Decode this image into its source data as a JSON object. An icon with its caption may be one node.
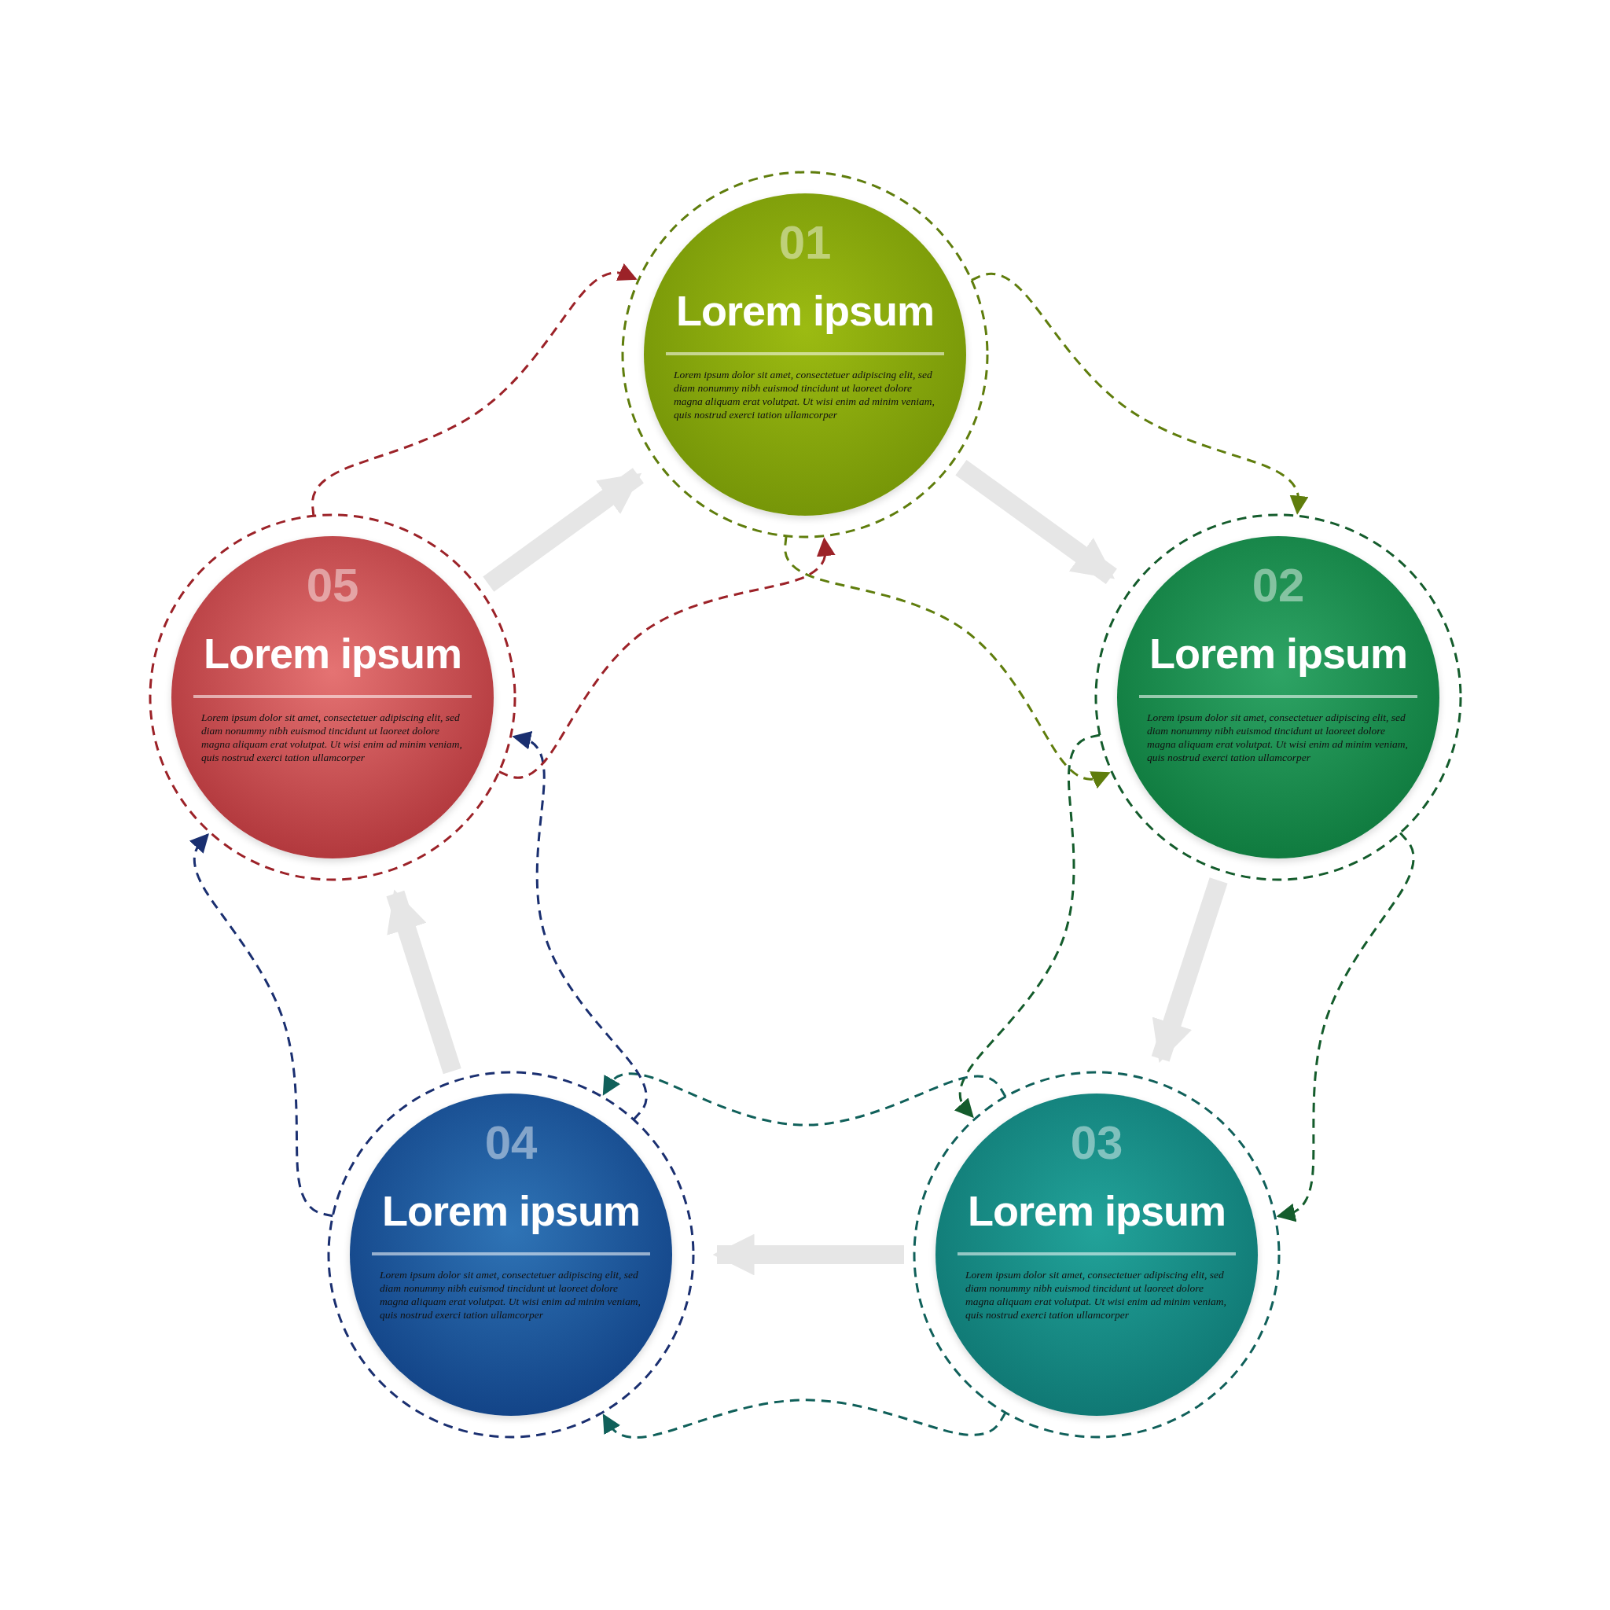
{
  "diagram": {
    "nodes": [
      {
        "text": [
          "01",
          "Lorem ipsum",
          "Lorem ipsum dolor sit amet, consectetuer adipiscing elit, sed diam nonummy nibh euismod tincidunt ut laoreet dolore magna aliquam erat volutpat. Ut wisi enim ad minim veniam, quis nostrud exerci tation ullamcorper"
        ]
      },
      {
        "text": [
          "02",
          "Lorem ipsum",
          "Lorem ipsum dolor sit amet, consectetuer adipiscing elit, sed diam nonummy nibh euismod tincidunt ut laoreet dolore magna aliquam erat volutpat. Ut wisi enim ad minim veniam, quis nostrud exerci tation ullamcorper"
        ]
      },
      {
        "text": [
          "03",
          "Lorem ipsum",
          "Lorem ipsum dolor sit amet, consectetuer adipiscing elit, sed diam nonummy nibh euismod tincidunt ut laoreet dolore magna aliquam erat volutpat. Ut wisi enim ad minim veniam, quis nostrud exerci tation ullamcorper"
        ]
      },
      {
        "text": [
          "04",
          "Lorem ipsum",
          "Lorem ipsum dolor sit amet, consectetuer adipiscing elit, sed diam nonummy nibh euismod tincidunt ut laoreet dolore magna aliquam erat volutpat. Ut wisi enim ad minim veniam, quis nostrud exerci tation ullamcorper"
        ]
      },
      {
        "text": [
          "05",
          "Lorem ipsum",
          "Lorem ipsum dolor sit amet, consectetuer adipiscing elit, sed diam nonummy nibh euismod tincidunt ut laoreet dolore magna aliquam erat volutpat. Ut wisi enim ad minim veniam, quis nostrud exerci tation ullamcorper"
        ]
      }
    ],
    "edges": [
      {
        "from": 0,
        "to": 1,
        "arrow": "to",
        "style": "thick",
        "color": "#e6e6e6"
      },
      {
        "from": 0,
        "to": 1,
        "arrow": "to",
        "style": "dashed",
        "color": "#5f7d0c"
      },
      {
        "from": 0,
        "to": 1,
        "arrow": "to",
        "style": "dashed",
        "color": "#5f7d0c"
      },
      {
        "from": 1,
        "to": 2,
        "arrow": "to",
        "style": "thick",
        "color": "#e6e6e6"
      },
      {
        "from": 1,
        "to": 2,
        "arrow": "to",
        "style": "dashed",
        "color": "#145c2c"
      },
      {
        "from": 1,
        "to": 2,
        "arrow": "to",
        "style": "dashed",
        "color": "#145c2c"
      },
      {
        "from": 2,
        "to": 3,
        "arrow": "to",
        "style": "thick",
        "color": "#e6e6e6"
      },
      {
        "from": 2,
        "to": 3,
        "arrow": "to",
        "style": "dashed",
        "color": "#10605a"
      },
      {
        "from": 2,
        "to": 3,
        "arrow": "to",
        "style": "dashed",
        "color": "#10605a"
      },
      {
        "from": 3,
        "to": 4,
        "arrow": "to",
        "style": "thick",
        "color": "#e6e6e6"
      },
      {
        "from": 3,
        "to": 4,
        "arrow": "to",
        "style": "dashed",
        "color": "#1a2f70"
      },
      {
        "from": 3,
        "to": 4,
        "arrow": "to",
        "style": "dashed",
        "color": "#1a2f70"
      },
      {
        "from": 4,
        "to": 0,
        "arrow": "to",
        "style": "thick",
        "color": "#e6e6e6"
      },
      {
        "from": 4,
        "to": 0,
        "arrow": "to",
        "style": "dashed",
        "color": "#9c2228"
      },
      {
        "from": 4,
        "to": 0,
        "arrow": "to",
        "style": "dashed",
        "color": "#9c2228"
      }
    ]
  }
}
